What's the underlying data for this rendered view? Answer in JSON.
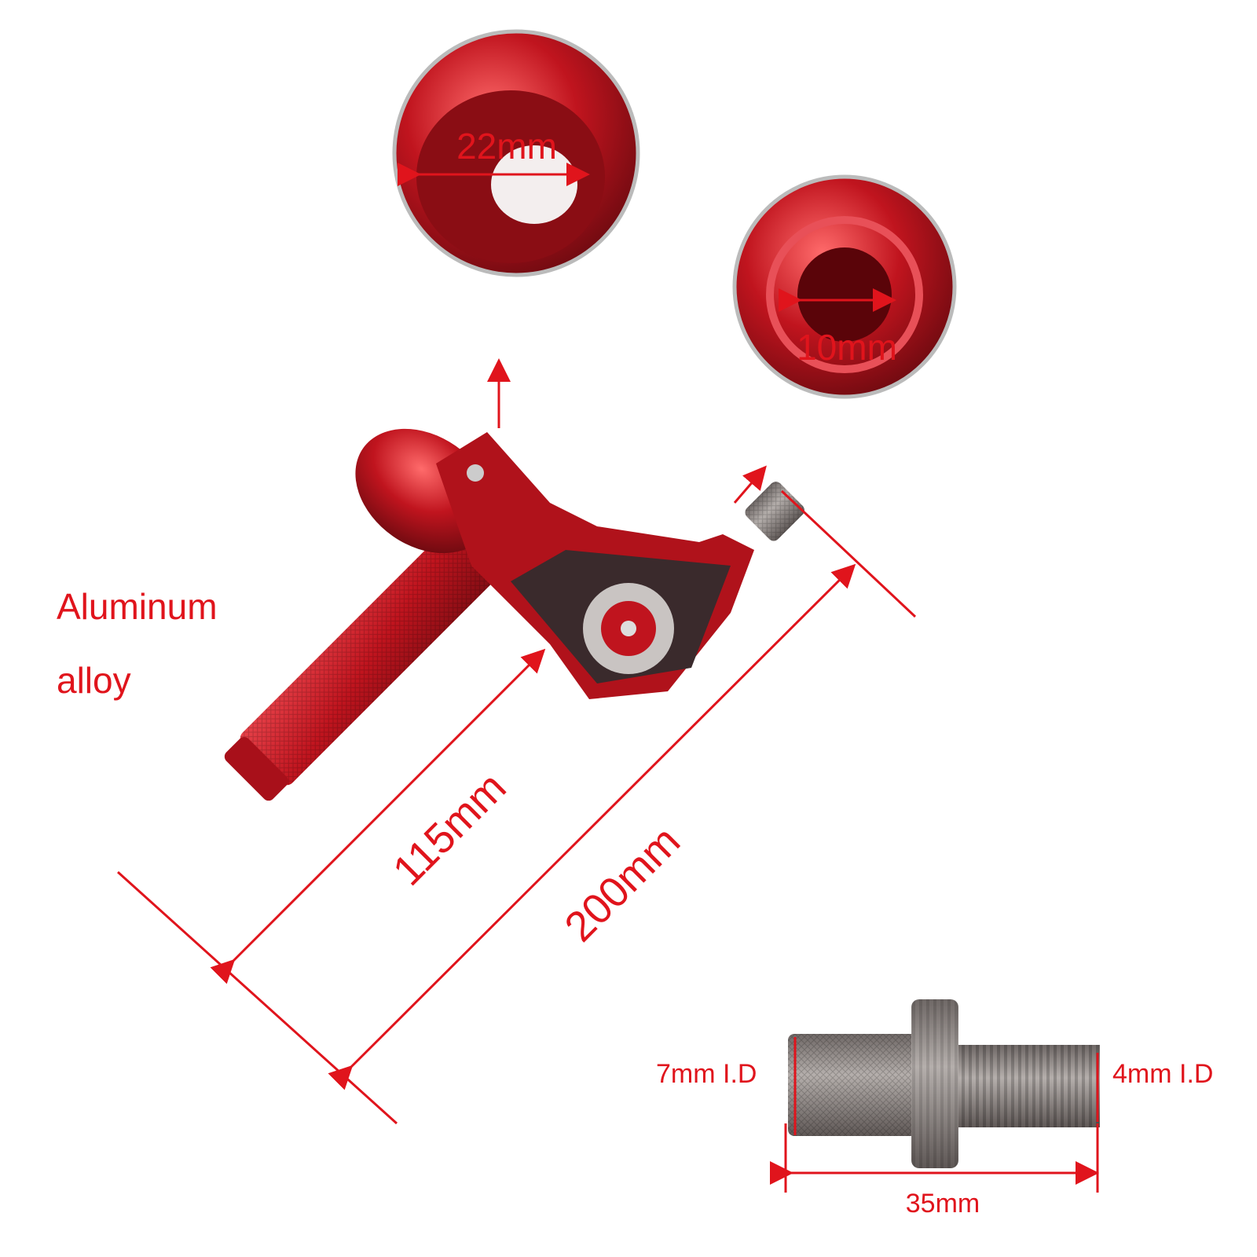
{
  "material": {
    "line1": "Aluminum",
    "line2": "alloy"
  },
  "detail_bore": {
    "label": "22mm"
  },
  "detail_cable_port": {
    "label": "10mm"
  },
  "dimensions": {
    "grip_length": "115mm",
    "total_length": "200mm"
  },
  "adjuster": {
    "left_id": "7mm I.D",
    "right_id": "4mm I.D",
    "length": "35mm"
  },
  "colors": {
    "accent": "#e0141c",
    "part": "#c0141e",
    "metal": "#8a8380"
  }
}
